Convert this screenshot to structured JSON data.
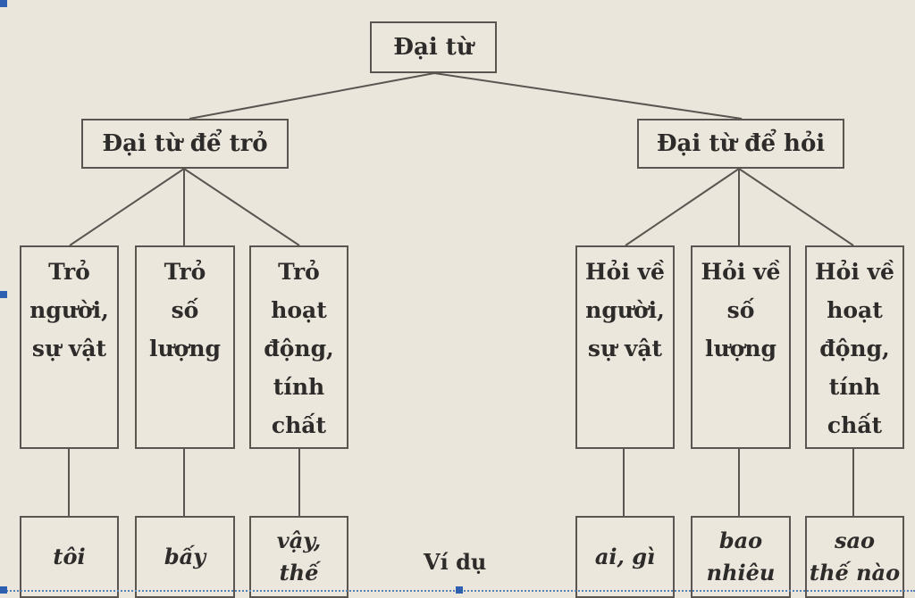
{
  "root": {
    "label": "Đại từ"
  },
  "branches": [
    {
      "label": "Đại từ để trỏ",
      "categories": [
        {
          "label": "Trỏ\nngười,\nsự vật",
          "example": "tôi"
        },
        {
          "label": "Trỏ\nsố\nlượng",
          "example": "bấy"
        },
        {
          "label": "Trỏ\nhoạt\nđộng,\ntính\nchất",
          "example": "vậy,\nthế"
        }
      ]
    },
    {
      "label": "Đại từ để hỏi",
      "categories": [
        {
          "label": "Hỏi về\nngười,\nsự vật",
          "example": "ai, gì"
        },
        {
          "label": "Hỏi về\nsố\nlượng",
          "example": "bao\nnhiêu"
        },
        {
          "label": "Hỏi về\nhoạt\nđộng,\ntính\nchất",
          "example": "sao\nthế nào"
        }
      ]
    }
  ],
  "example_label": "Ví dụ",
  "colors": {
    "line": "#5a5550",
    "paper": "#ebe6dc",
    "selection": "#2f5fb0"
  }
}
